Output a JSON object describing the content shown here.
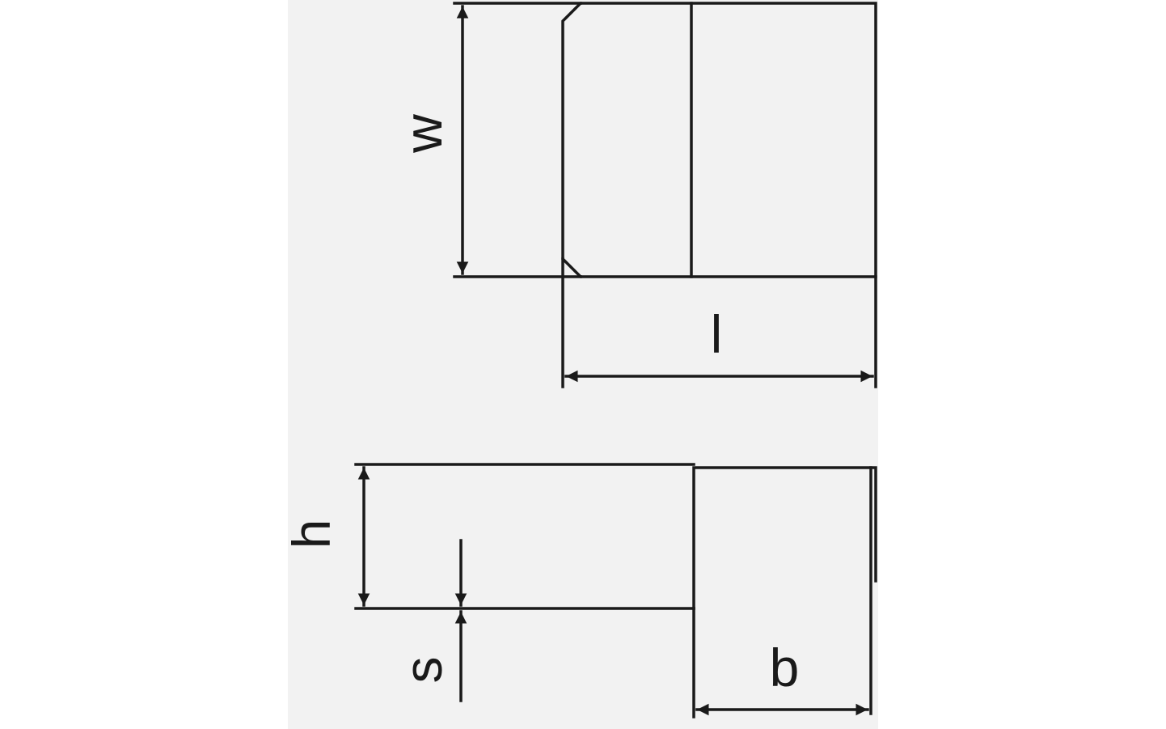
{
  "colors": {
    "background": "#ffffff",
    "panel": "#f2f2f2",
    "line": "#1a1a1a"
  },
  "labels": {
    "w": "w",
    "l": "l",
    "h": "h",
    "s": "s",
    "b": "b"
  }
}
